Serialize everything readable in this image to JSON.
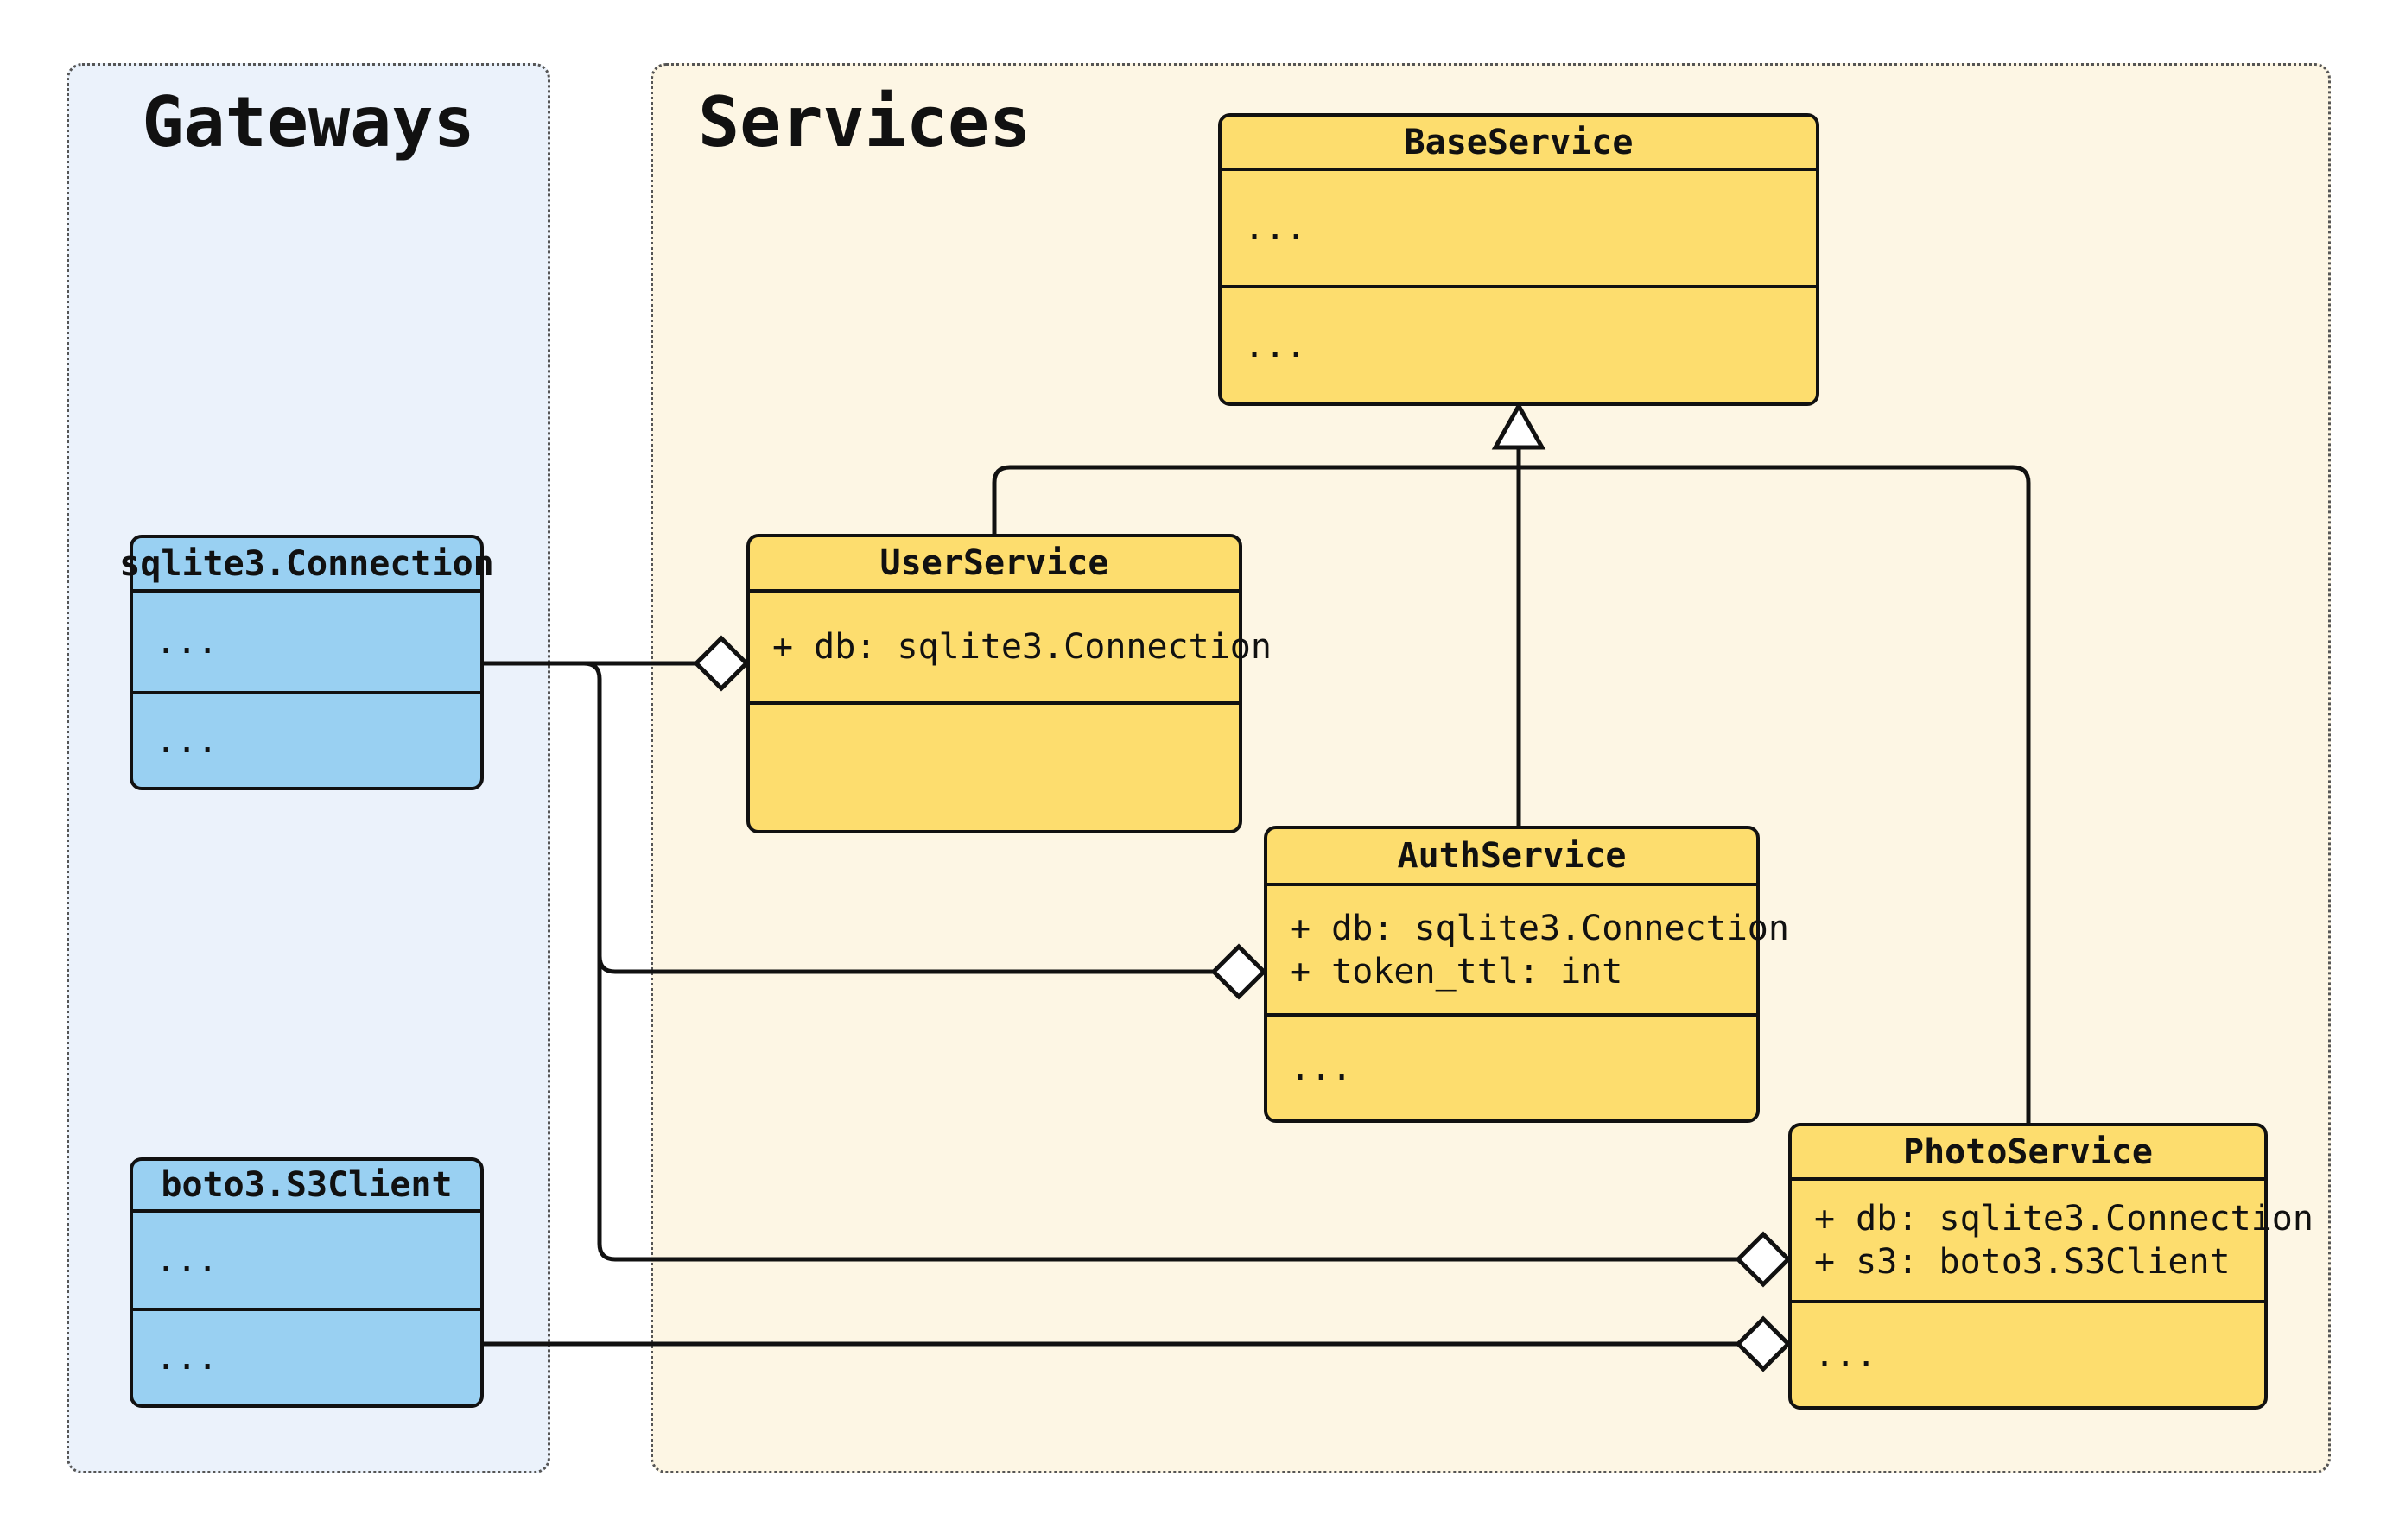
{
  "diagram": {
    "kind": "uml-class-diagram",
    "colors": {
      "page_bg": "#FFFFFF",
      "gateways_panel_bg": "#EBF2FB",
      "services_panel_bg": "#FDF6E4",
      "gateway_class_fill": "#99D0F2",
      "service_class_fill": "#FDDD6E",
      "line": "#111111",
      "marker_fill": "#FFFFFF"
    }
  },
  "panels": {
    "gateways": {
      "title": "Gateways"
    },
    "services": {
      "title": "Services"
    }
  },
  "classes": {
    "sqlite3_connection": {
      "name": "sqlite3.Connection",
      "attributes": [
        "..."
      ],
      "methods": [
        "..."
      ]
    },
    "boto3_s3client": {
      "name": "boto3.S3Client",
      "attributes": [
        "..."
      ],
      "methods": [
        "..."
      ]
    },
    "base_service": {
      "name": "BaseService",
      "attributes": [
        "..."
      ],
      "methods": [
        "..."
      ]
    },
    "user_service": {
      "name": "UserService",
      "attributes": [
        "+ db: sqlite3.Connection"
      ],
      "methods": []
    },
    "auth_service": {
      "name": "AuthService",
      "attributes": [
        "+ db: sqlite3.Connection",
        "+ token_ttl: int"
      ],
      "methods": [
        "..."
      ]
    },
    "photo_service": {
      "name": "PhotoService",
      "attributes": [
        "+ db: sqlite3.Connection",
        "+ s3: boto3.S3Client"
      ],
      "methods": [
        "..."
      ]
    }
  },
  "relationships": [
    {
      "type": "inheritance",
      "from": "UserService",
      "to": "BaseService",
      "marker": "hollow-triangle"
    },
    {
      "type": "inheritance",
      "from": "AuthService",
      "to": "BaseService",
      "marker": "hollow-triangle"
    },
    {
      "type": "inheritance",
      "from": "PhotoService",
      "to": "BaseService",
      "marker": "hollow-triangle"
    },
    {
      "type": "aggregation",
      "from": "UserService",
      "to": "sqlite3.Connection",
      "marker": "hollow-diamond"
    },
    {
      "type": "aggregation",
      "from": "AuthService",
      "to": "sqlite3.Connection",
      "marker": "hollow-diamond"
    },
    {
      "type": "aggregation",
      "from": "PhotoService",
      "to": "sqlite3.Connection",
      "marker": "hollow-diamond"
    },
    {
      "type": "aggregation",
      "from": "PhotoService",
      "to": "boto3.S3Client",
      "marker": "hollow-diamond"
    }
  ]
}
